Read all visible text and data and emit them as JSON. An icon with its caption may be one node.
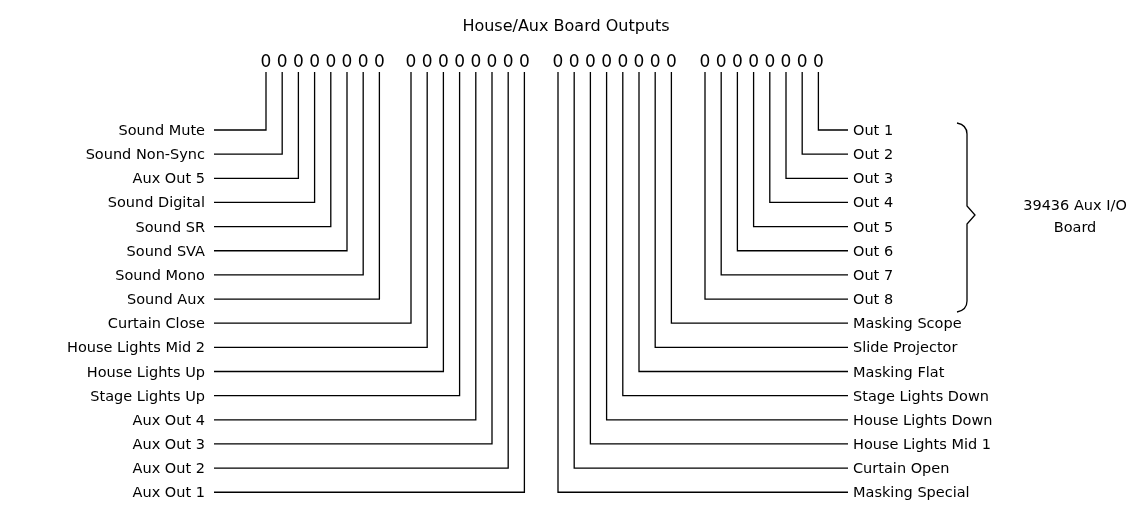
{
  "diagram": {
    "title": "House/Aux Board Outputs",
    "nodes": [
      {
        "text": [
          "0"
        ]
      },
      {
        "text": [
          "0"
        ]
      },
      {
        "text": [
          "0"
        ]
      },
      {
        "text": [
          "0"
        ]
      },
      {
        "text": [
          "0"
        ]
      },
      {
        "text": [
          "0"
        ]
      },
      {
        "text": [
          "0"
        ]
      },
      {
        "text": [
          "0"
        ]
      },
      {
        "text": [
          "0"
        ]
      },
      {
        "text": [
          "0"
        ]
      },
      {
        "text": [
          "0"
        ]
      },
      {
        "text": [
          "0"
        ]
      },
      {
        "text": [
          "0"
        ]
      },
      {
        "text": [
          "0"
        ]
      },
      {
        "text": [
          "0"
        ]
      },
      {
        "text": [
          "0"
        ]
      },
      {
        "text": [
          "0"
        ]
      },
      {
        "text": [
          "0"
        ]
      },
      {
        "text": [
          "0"
        ]
      },
      {
        "text": [
          "0"
        ]
      },
      {
        "text": [
          "0"
        ]
      },
      {
        "text": [
          "0"
        ]
      },
      {
        "text": [
          "0"
        ]
      },
      {
        "text": [
          "0"
        ]
      },
      {
        "text": [
          "0"
        ]
      },
      {
        "text": [
          "0"
        ]
      },
      {
        "text": [
          "0"
        ]
      },
      {
        "text": [
          "0"
        ]
      },
      {
        "text": [
          "0"
        ]
      },
      {
        "text": [
          "0"
        ]
      },
      {
        "text": [
          "0"
        ]
      },
      {
        "text": [
          "0"
        ]
      },
      {
        "text": [
          "Sound Mute"
        ]
      },
      {
        "text": [
          "Sound Non-Sync"
        ]
      },
      {
        "text": [
          "Aux Out 5"
        ]
      },
      {
        "text": [
          "Sound Digital"
        ]
      },
      {
        "text": [
          "Sound SR"
        ]
      },
      {
        "text": [
          "Sound SVA"
        ]
      },
      {
        "text": [
          "Sound Mono"
        ]
      },
      {
        "text": [
          "Sound Aux"
        ]
      },
      {
        "text": [
          "Curtain Close"
        ]
      },
      {
        "text": [
          "House Lights Mid 2"
        ]
      },
      {
        "text": [
          "House Lights Up"
        ]
      },
      {
        "text": [
          "Stage Lights Up"
        ]
      },
      {
        "text": [
          "Aux Out 4"
        ]
      },
      {
        "text": [
          "Aux Out 3"
        ]
      },
      {
        "text": [
          "Aux Out 2"
        ]
      },
      {
        "text": [
          "Aux Out 1"
        ]
      },
      {
        "text": [
          "Out 1"
        ]
      },
      {
        "text": [
          "Out 2"
        ]
      },
      {
        "text": [
          "Out 3"
        ]
      },
      {
        "text": [
          "Out 4"
        ]
      },
      {
        "text": [
          "Out 5"
        ]
      },
      {
        "text": [
          "Out 6"
        ]
      },
      {
        "text": [
          "Out 7"
        ]
      },
      {
        "text": [
          "Out 8"
        ]
      },
      {
        "text": [
          "Masking Scope"
        ]
      },
      {
        "text": [
          "Slide Projector"
        ]
      },
      {
        "text": [
          "Masking Flat"
        ]
      },
      {
        "text": [
          "Stage Lights Down"
        ]
      },
      {
        "text": [
          "House Lights Down"
        ]
      },
      {
        "text": [
          "House Lights Mid 1"
        ]
      },
      {
        "text": [
          "Curtain Open"
        ]
      },
      {
        "text": [
          "Masking Special"
        ]
      }
    ],
    "edges": [
      {
        "from": 32,
        "to": 0,
        "arrow": "none"
      },
      {
        "from": 33,
        "to": 1,
        "arrow": "none"
      },
      {
        "from": 34,
        "to": 2,
        "arrow": "none"
      },
      {
        "from": 35,
        "to": 3,
        "arrow": "none"
      },
      {
        "from": 36,
        "to": 4,
        "arrow": "none"
      },
      {
        "from": 37,
        "to": 5,
        "arrow": "none"
      },
      {
        "from": 38,
        "to": 6,
        "arrow": "none"
      },
      {
        "from": 39,
        "to": 7,
        "arrow": "none"
      },
      {
        "from": 40,
        "to": 8,
        "arrow": "none"
      },
      {
        "from": 41,
        "to": 9,
        "arrow": "none"
      },
      {
        "from": 42,
        "to": 10,
        "arrow": "none"
      },
      {
        "from": 43,
        "to": 11,
        "arrow": "none"
      },
      {
        "from": 44,
        "to": 12,
        "arrow": "none"
      },
      {
        "from": 45,
        "to": 13,
        "arrow": "none"
      },
      {
        "from": 46,
        "to": 14,
        "arrow": "none"
      },
      {
        "from": 47,
        "to": 15,
        "arrow": "none"
      },
      {
        "from": 48,
        "to": 31,
        "arrow": "none"
      },
      {
        "from": 49,
        "to": 30,
        "arrow": "none"
      },
      {
        "from": 50,
        "to": 29,
        "arrow": "none"
      },
      {
        "from": 51,
        "to": 28,
        "arrow": "none"
      },
      {
        "from": 52,
        "to": 27,
        "arrow": "none"
      },
      {
        "from": 53,
        "to": 26,
        "arrow": "none"
      },
      {
        "from": 54,
        "to": 25,
        "arrow": "none"
      },
      {
        "from": 55,
        "to": 24,
        "arrow": "none"
      },
      {
        "from": 56,
        "to": 23,
        "arrow": "none"
      },
      {
        "from": 57,
        "to": 22,
        "arrow": "none"
      },
      {
        "from": 58,
        "to": 21,
        "arrow": "none"
      },
      {
        "from": 59,
        "to": 20,
        "arrow": "none"
      },
      {
        "from": 60,
        "to": 19,
        "arrow": "none"
      },
      {
        "from": 61,
        "to": 18,
        "arrow": "none"
      },
      {
        "from": 62,
        "to": 17,
        "arrow": "none"
      },
      {
        "from": 63,
        "to": 16,
        "arrow": "none"
      }
    ],
    "labels": [
      "39436 Aux I/O Board"
    ]
  }
}
